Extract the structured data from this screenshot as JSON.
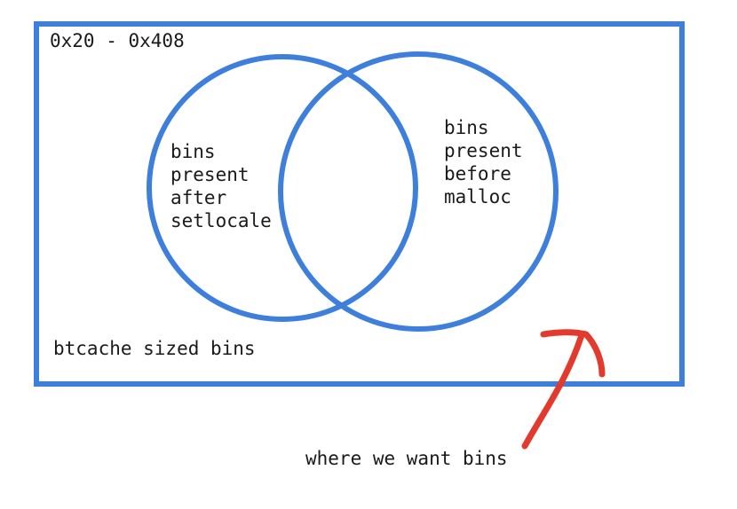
{
  "diagram": {
    "range_label": "0x20 - 0x408",
    "universe_label": "btcache sized bins",
    "left_set_lines": [
      "bins",
      "present",
      "after",
      "setlocale"
    ],
    "right_set_lines": [
      "bins",
      "present",
      "before",
      "malloc"
    ],
    "annotation": "where we want bins",
    "colors": {
      "outline": "#3f7fdc",
      "arrow": "#e23b2e",
      "text": "#1a1a1a",
      "background": "#ffffff"
    }
  }
}
